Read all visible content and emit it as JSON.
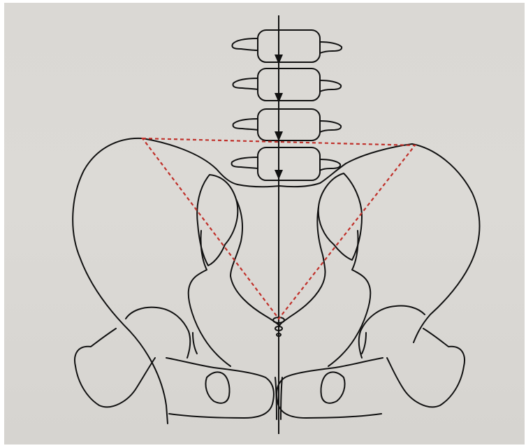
{
  "figure": {
    "colors": {
      "page": "#dad8d4",
      "ink": "#111111",
      "guide": "#c0302a"
    },
    "structures": [
      "lumbar-vertebra-1",
      "lumbar-vertebra-2",
      "lumbar-vertebra-3",
      "lumbar-vertebra-4",
      "left-ilium",
      "right-ilium",
      "sacrum",
      "coccyx",
      "left-obturator-foramen",
      "right-obturator-foramen",
      "left-acetabulum",
      "right-acetabulum",
      "pubic-symphysis"
    ],
    "vertebra_count": 4,
    "guide_shape": "dashed-triangle",
    "midline_arrows": 4
  }
}
